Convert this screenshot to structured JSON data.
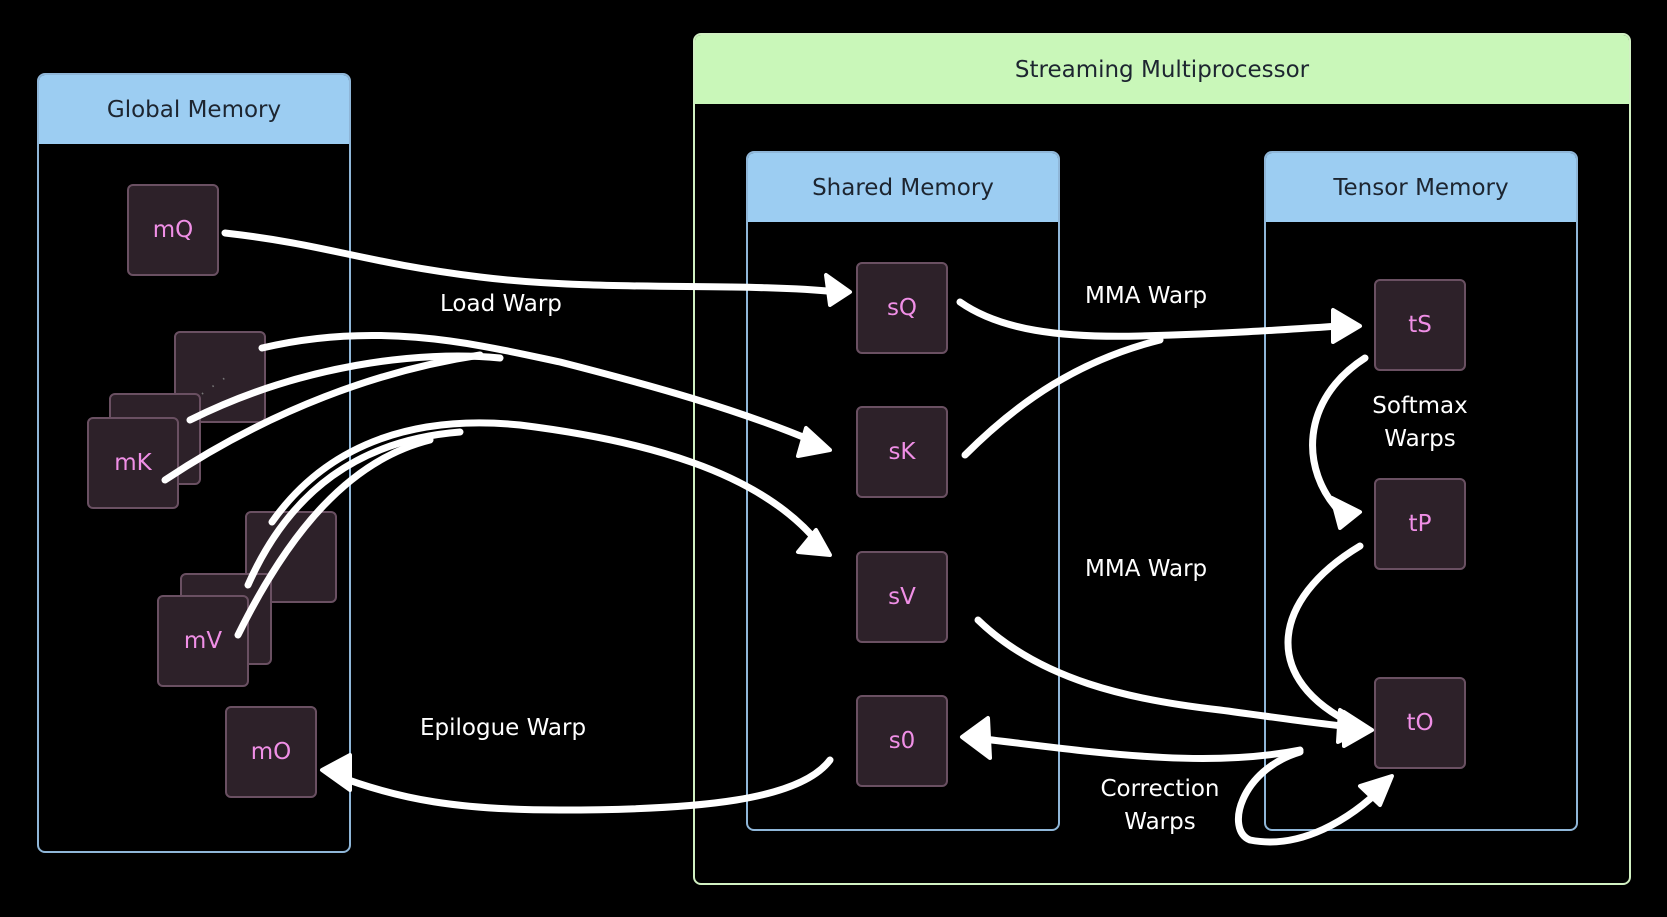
{
  "panels": {
    "global_memory": "Global Memory",
    "streaming_multiprocessor": "Streaming Multiprocessor",
    "shared_memory": "Shared Memory",
    "tensor_memory": "Tensor Memory"
  },
  "global_boxes": {
    "mQ": "mQ",
    "mK": "mK",
    "mV": "mV",
    "mO": "mO"
  },
  "shared_boxes": {
    "sQ": "sQ",
    "sK": "sK",
    "sV": "sV",
    "s0": "s0"
  },
  "tensor_boxes": {
    "tS": "tS",
    "tP": "tP",
    "tO": "tO"
  },
  "labels": {
    "load_warp": "Load Warp",
    "epilogue_warp": "Epilogue Warp",
    "mma_warp_top": "MMA Warp",
    "mma_warp_bottom": "MMA Warp",
    "softmax_line1": "Softmax",
    "softmax_line2": "Warps",
    "correction_line1": "Correction",
    "correction_line2": "Warps"
  },
  "colors": {
    "background": "#000000",
    "panel_header_blue": "#9ccdf2",
    "panel_header_green": "#c9f7b9",
    "box_fill": "#2d2129",
    "box_text": "#f08fe6",
    "arrow": "#ffffff"
  }
}
